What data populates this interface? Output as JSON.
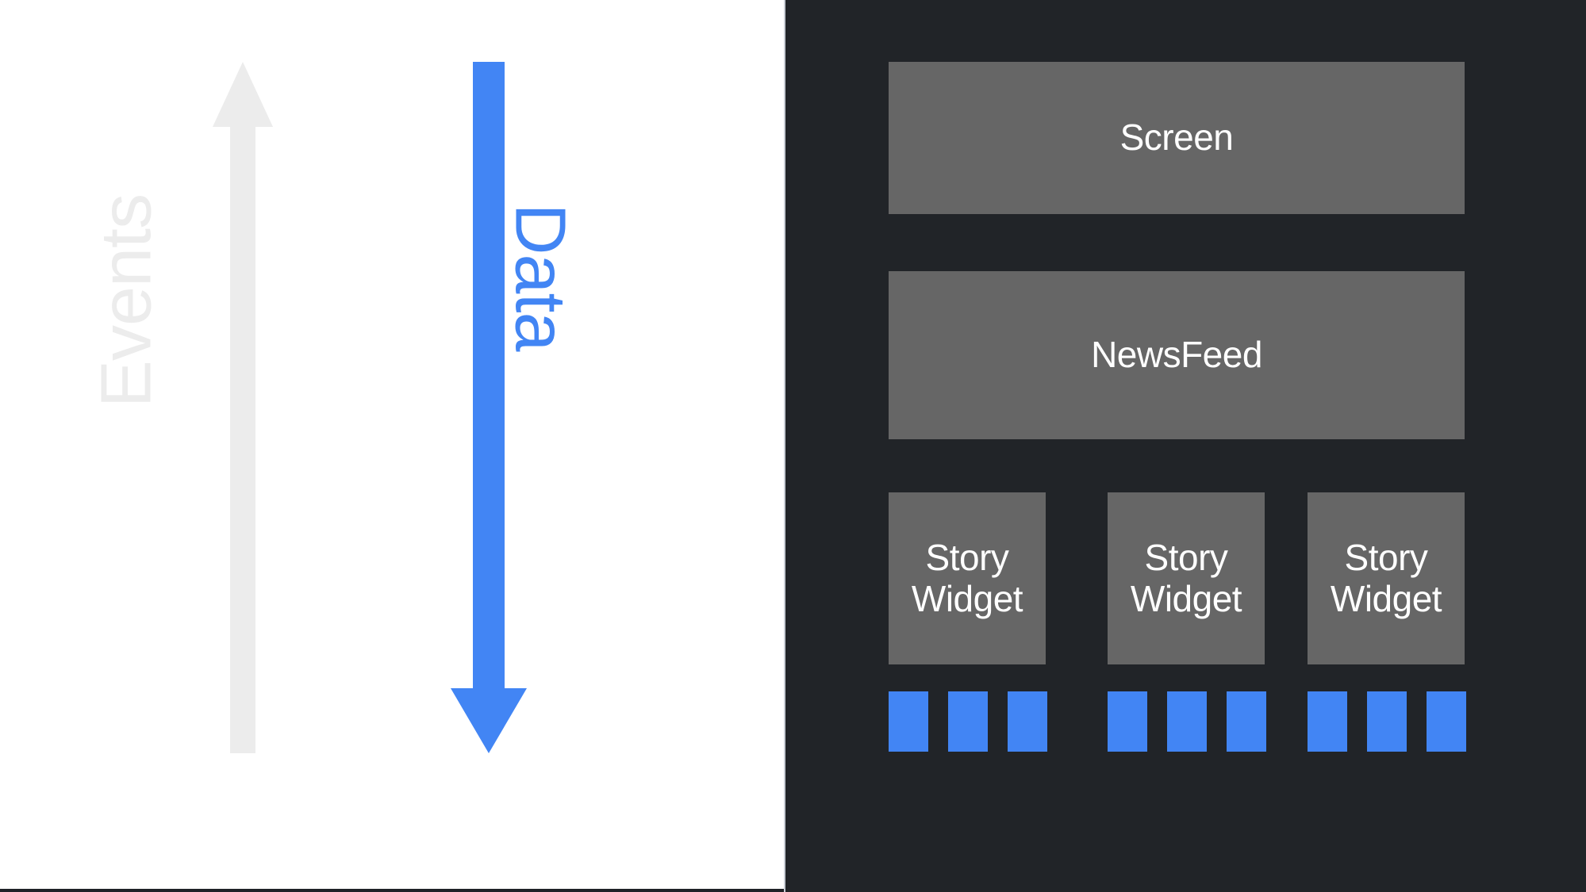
{
  "diagram": {
    "title": "Unidirectional data flow widget tree",
    "flows": [
      {
        "id": "events",
        "label": "Events",
        "direction": "up",
        "color": "#ececec",
        "icon": "arrow-up-icon"
      },
      {
        "id": "data",
        "label": "Data",
        "direction": "down",
        "color": "#4285f4",
        "icon": "arrow-down-icon"
      }
    ],
    "tree": {
      "panel_background": "#212428",
      "node_color": "#666666",
      "leaf_color": "#4285f4",
      "nodes": [
        {
          "id": "screen",
          "label": "Screen",
          "level": 0
        },
        {
          "id": "newsfeed",
          "label": "NewsFeed",
          "level": 1
        }
      ],
      "story_widgets": [
        {
          "id": "story-widget-1",
          "label": "Story\nWidget",
          "line1": "Story",
          "line2": "Widget",
          "leaves": 3
        },
        {
          "id": "story-widget-2",
          "label": "Story\nWidget",
          "line1": "Story",
          "line2": "Widget",
          "leaves": 3
        },
        {
          "id": "story-widget-3",
          "label": "Story\nWidget",
          "line1": "Story",
          "line2": "Widget",
          "leaves": 3
        }
      ]
    }
  }
}
